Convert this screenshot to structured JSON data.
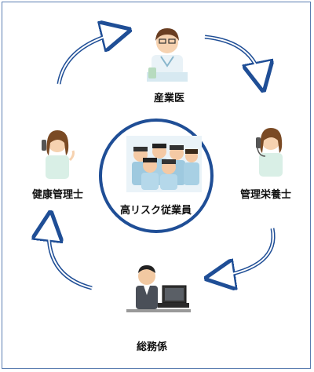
{
  "diagram": {
    "nodes": {
      "top": "産業医",
      "right": "管理栄養士",
      "bottom": "総務係",
      "left": "健康管理士",
      "center": "高リスク従業員"
    }
  }
}
